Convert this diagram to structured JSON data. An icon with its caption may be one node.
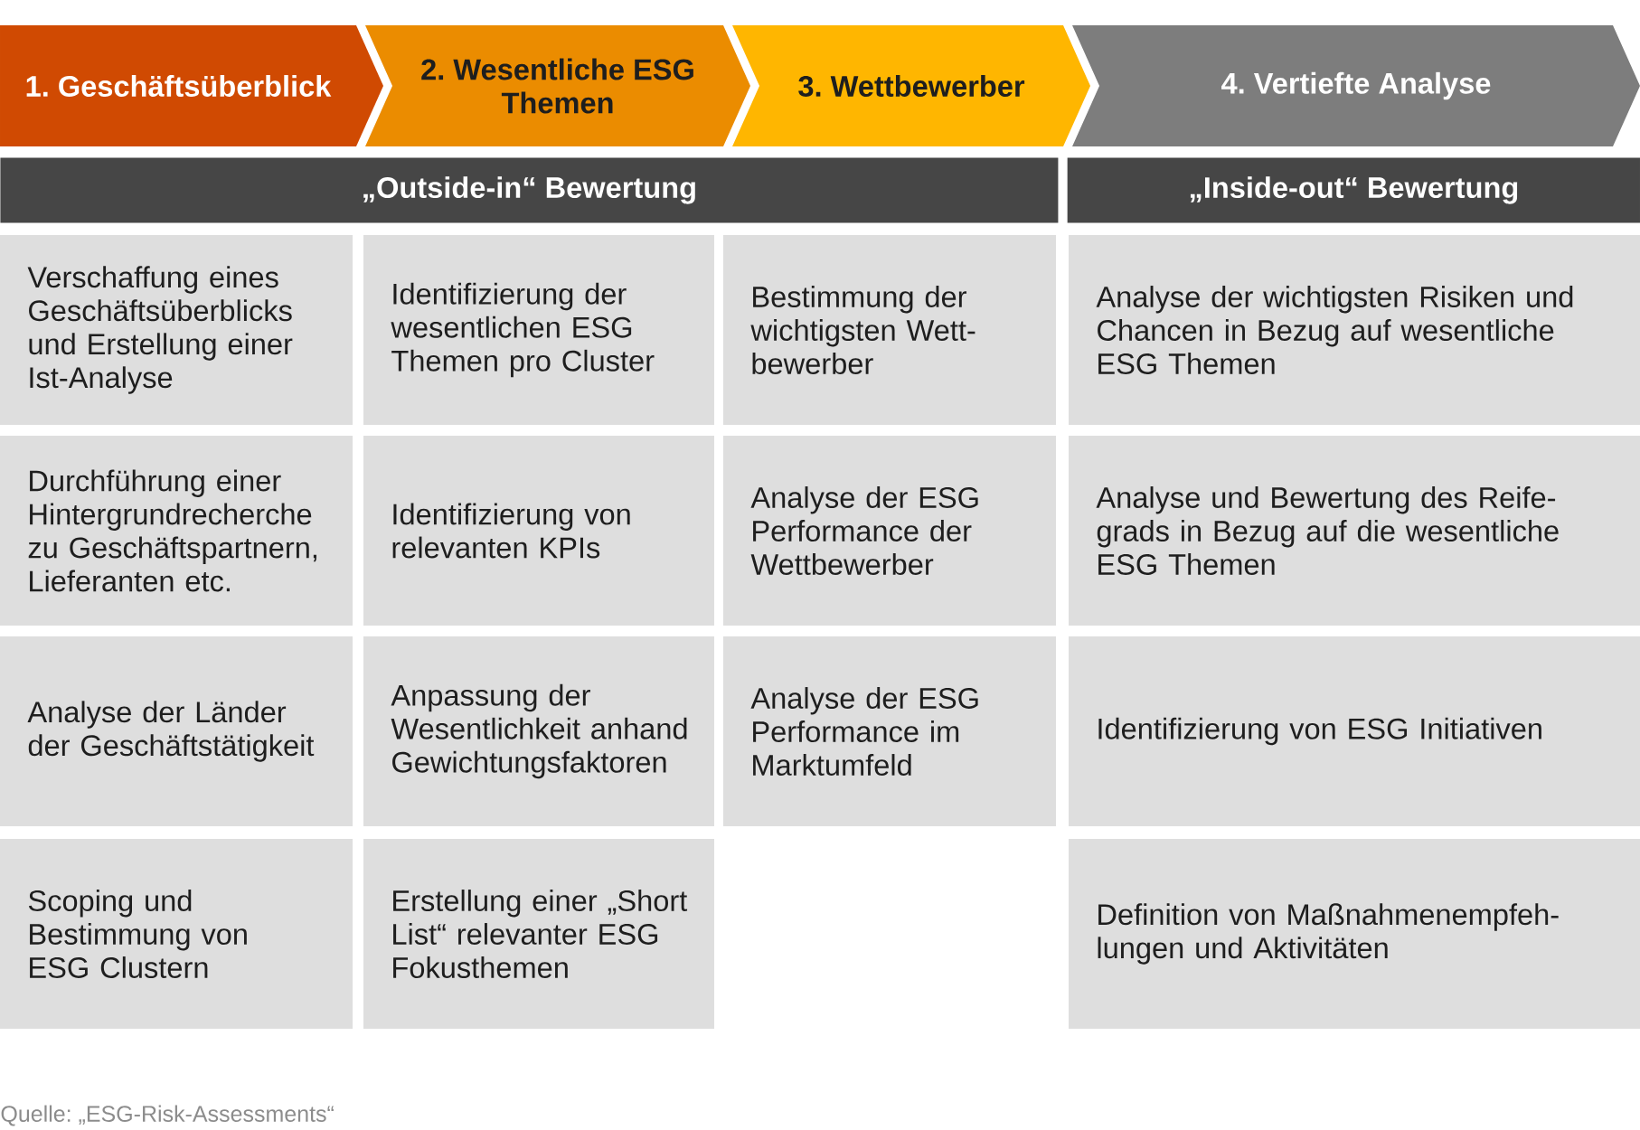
{
  "diagram": {
    "nodes": [
      {
        "text": [
          "1. Geschäftsüberblick"
        ]
      },
      {
        "text": [
          "2. Wesentliche ESG Themen"
        ]
      },
      {
        "text": [
          "3. Wettbewerber"
        ]
      },
      {
        "text": [
          "4. Vertiefte Analyse"
        ]
      },
      {
        "text": [
          "„Outside-in“ Bewertung"
        ]
      },
      {
        "text": [
          "„Inside-out“ Bewertung"
        ]
      },
      {
        "text": [
          "Verschaffung eines Geschäftsüberblicks und Erstellung einer Ist-Analyse"
        ]
      },
      {
        "text": [
          "Identifizierung der wesentlichen ESG Themen pro Cluster"
        ]
      },
      {
        "text": [
          "Bestimmung der wichtigsten Wett- bewerber"
        ]
      },
      {
        "text": [
          "Analyse der wichtigsten Risiken und Chancen in Bezug auf wesentliche ESG Themen"
        ]
      },
      {
        "text": [
          "Durchführung einer Hintergrundrecherche zu Geschäftspartnern, Lieferanten etc."
        ]
      },
      {
        "text": [
          "Identifizierung von relevanten KPIs"
        ]
      },
      {
        "text": [
          "Analyse der ESG Performance der Wettbewerber"
        ]
      },
      {
        "text": [
          "Analyse und Bewertung des Reife- grads in Bezug auf die wesentliche ESG Themen"
        ]
      },
      {
        "text": [
          "Analyse der Länder der Geschäftstätigkeit"
        ]
      },
      {
        "text": [
          "Anpassung der Wesentlichkeit anhand Gewichtungsfaktoren"
        ]
      },
      {
        "text": [
          "Analyse der ESG Performance im Marktumfeld"
        ]
      },
      {
        "text": [
          "Identifizierung von ESG Initiativen"
        ]
      },
      {
        "text": [
          "Scoping und Bestimmung von ESG Clustern"
        ]
      },
      {
        "text": [
          "Erstellung einer „Short List“ relevanter ESG Fokusthemen"
        ]
      },
      {
        "text": [
          "Definition von Maßnahmenempfeh- lungen und Aktivitäten"
        ]
      }
    ],
    "labels": [
      "Quelle: „ESG-Risk-Assessments“"
    ]
  }
}
